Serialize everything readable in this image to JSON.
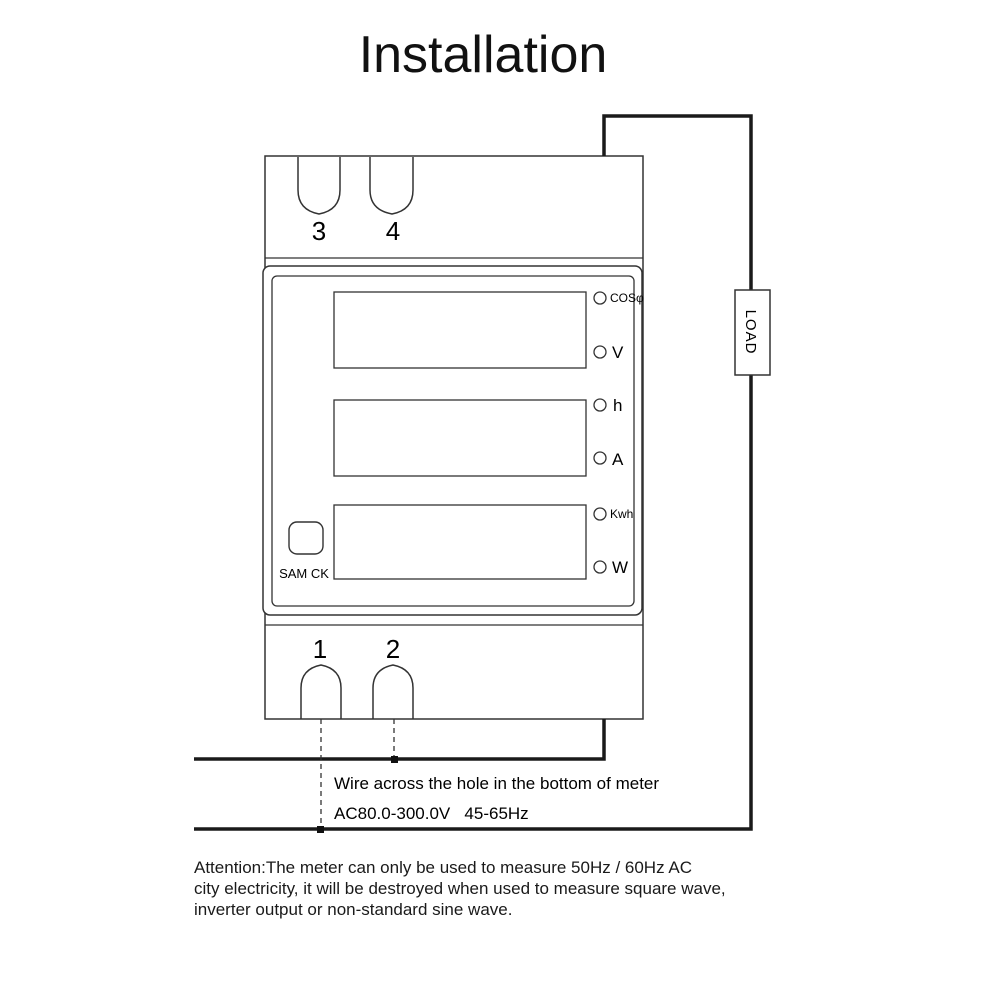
{
  "title": "Installation",
  "terminals": {
    "t3": "3",
    "t4": "4",
    "t1": "1",
    "t2": "2"
  },
  "indicators": {
    "cos_phi": "COSφ",
    "volt": "V",
    "hour": "h",
    "amp": "A",
    "kwh": "Kwh",
    "watt": "W"
  },
  "button_label": "SAM CK",
  "load_label": "LOAD",
  "notes": {
    "wire_hole": "Wire across the hole in the bottom of meter",
    "spec": "AC80.0-300.0V   45-65Hz"
  },
  "attention": "Attention:The meter can only be used to measure 50Hz / 60Hz AC\ncity electricity, it will be destroyed when used to measure square wave,\ninverter output or non-standard sine wave.",
  "colors": {
    "line": "#1a1a1a",
    "stroke": "#333333"
  }
}
